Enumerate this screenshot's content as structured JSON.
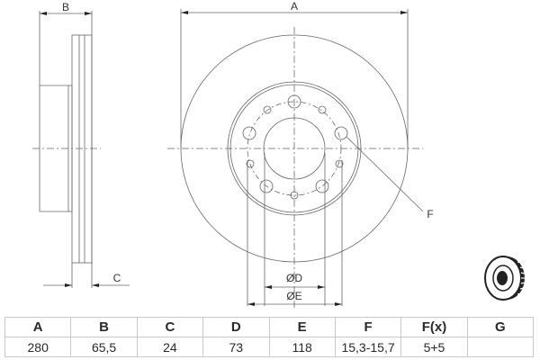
{
  "drawing": {
    "labels": {
      "A": "A",
      "B": "B",
      "C": "C",
      "F": "F",
      "D": "ØD",
      "E": "ØE"
    }
  },
  "table": {
    "headers": [
      "A",
      "B",
      "C",
      "D",
      "E",
      "F",
      "F(x)",
      "G"
    ],
    "values": [
      "280",
      "65,5",
      "24",
      "73",
      "118",
      "15,3-15,7",
      "5+5",
      ""
    ]
  },
  "colors": {
    "line": "#555555",
    "border": "#c8c8c8",
    "text": "#2a2a2a"
  }
}
